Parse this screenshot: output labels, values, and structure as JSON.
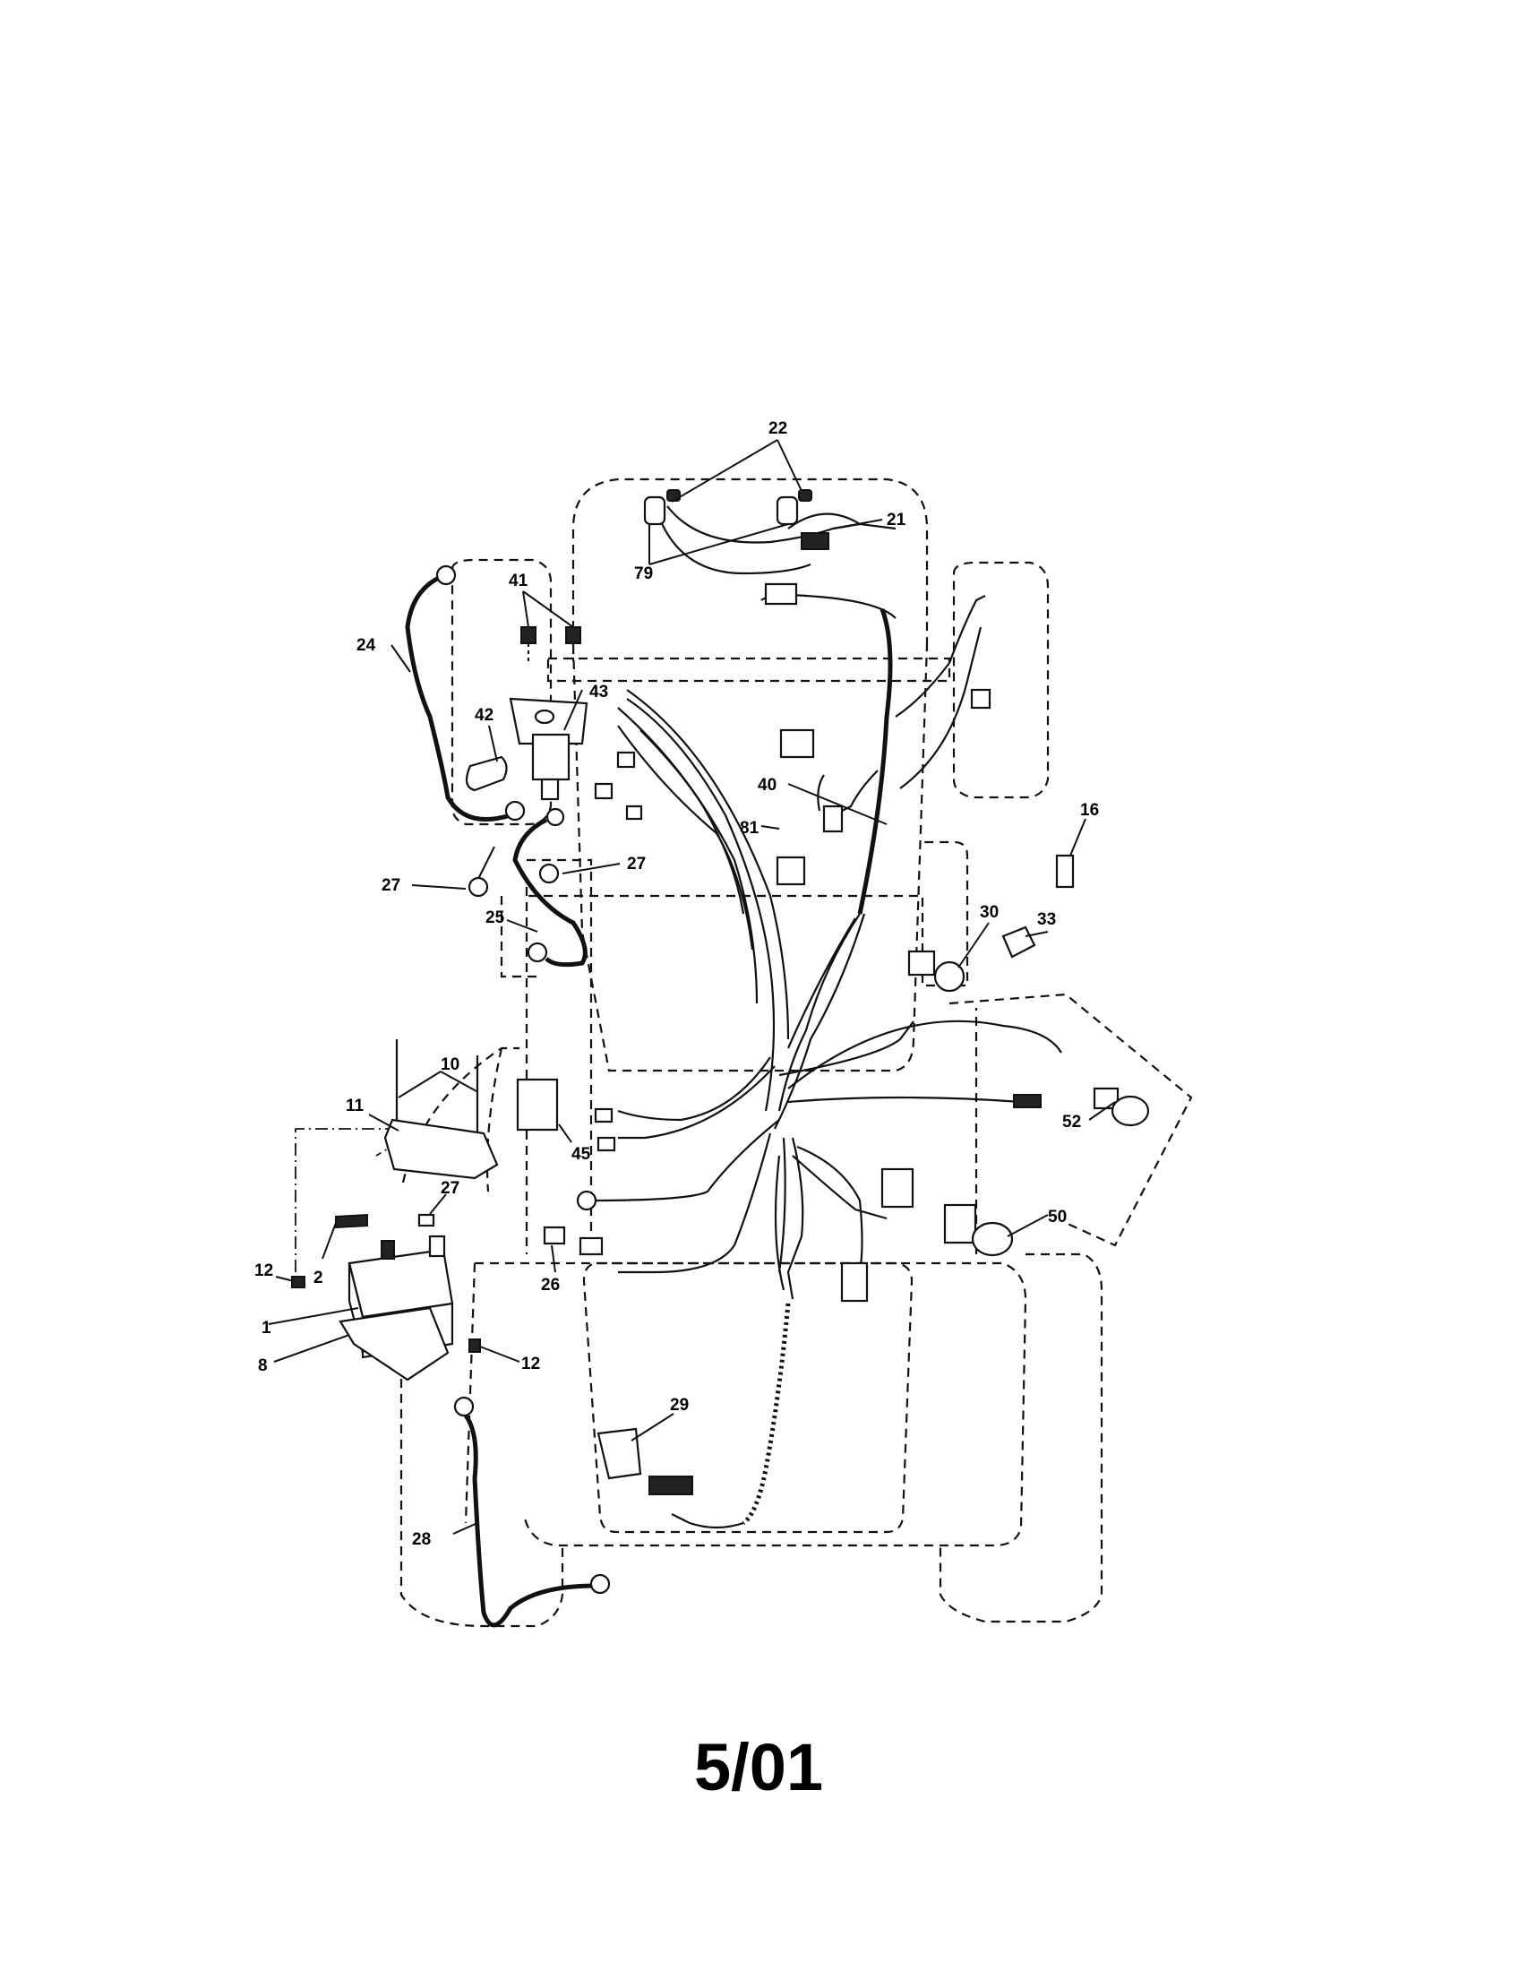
{
  "footer": {
    "date_code": "5/01"
  },
  "callouts": {
    "c22": "22",
    "c21": "21",
    "c79": "79",
    "c41": "41",
    "c24": "24",
    "c43": "43",
    "c42": "42",
    "c40": "40",
    "c81": "81",
    "c16": "16",
    "c27a": "27",
    "c27b": "27",
    "c33": "33",
    "c30": "30",
    "c25": "25",
    "c10": "10",
    "c11": "11",
    "c52": "52",
    "c45": "45",
    "c27c": "27",
    "c50": "50",
    "c12a": "12",
    "c2": "2",
    "c26": "26",
    "c1": "1",
    "c8": "8",
    "c12b": "12",
    "c29": "29",
    "c28": "28"
  }
}
